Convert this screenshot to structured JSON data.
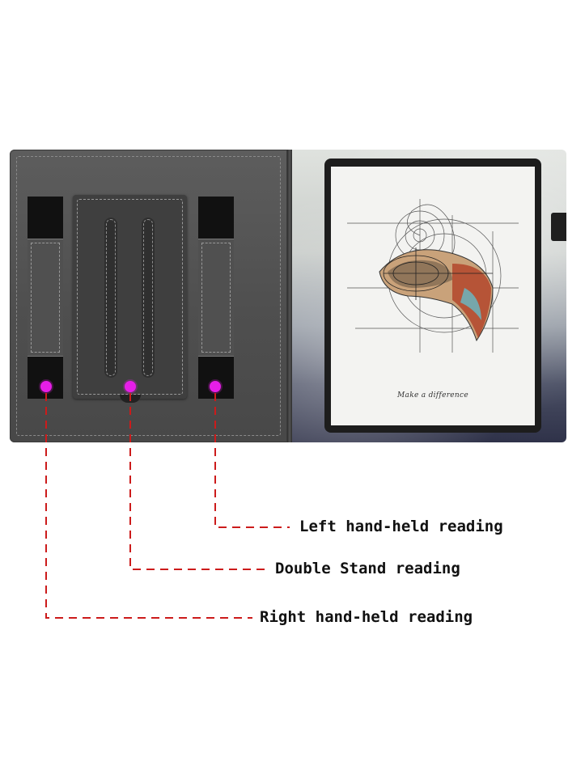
{
  "callouts": {
    "left_hand": "Left hand-held reading",
    "double_stand": "Double Stand reading",
    "right_hand": "Right hand-held reading"
  },
  "screen": {
    "motto": "Make a difference"
  },
  "colors": {
    "marker": "#e61ee8",
    "dashed_line": "#cc1b1b",
    "case_interior": "#505050"
  }
}
